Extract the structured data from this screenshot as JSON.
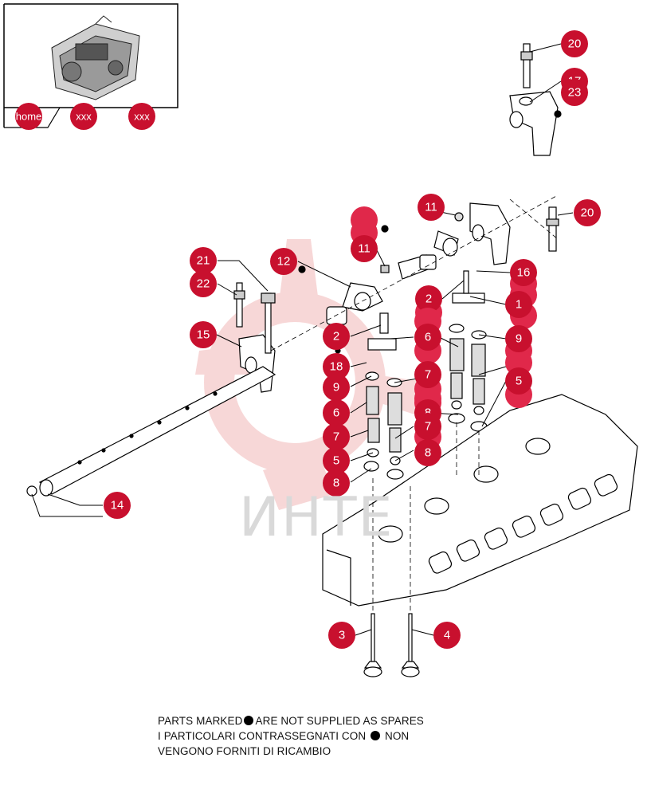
{
  "navigation": {
    "home_label": "home",
    "nav_2_label": "xxx",
    "nav_3_label": "xxx"
  },
  "watermark_text": "ИНТЕ",
  "callouts": [
    {
      "id": "c20a",
      "label": "20"
    },
    {
      "id": "c17",
      "label": "17"
    },
    {
      "id": "c23",
      "label": "23"
    },
    {
      "id": "c20b",
      "label": "20"
    },
    {
      "id": "c11a",
      "label": "11"
    },
    {
      "id": "c11b",
      "label": "11"
    },
    {
      "id": "c12",
      "label": "12"
    },
    {
      "id": "c21",
      "label": "21"
    },
    {
      "id": "c22",
      "label": "22"
    },
    {
      "id": "c15",
      "label": "15"
    },
    {
      "id": "c14",
      "label": "14"
    },
    {
      "id": "c16",
      "label": "16"
    },
    {
      "id": "c1",
      "label": "1"
    },
    {
      "id": "c2a",
      "label": "2"
    },
    {
      "id": "c2b",
      "label": "2"
    },
    {
      "id": "c6a",
      "label": "6"
    },
    {
      "id": "c9a",
      "label": "9"
    },
    {
      "id": "c7a",
      "label": "7"
    },
    {
      "id": "c5a",
      "label": "5"
    },
    {
      "id": "c8a",
      "label": "8"
    },
    {
      "id": "c7b",
      "label": "7"
    },
    {
      "id": "c8b",
      "label": "8"
    },
    {
      "id": "c18",
      "label": "18"
    },
    {
      "id": "c9b",
      "label": "9"
    },
    {
      "id": "c6b",
      "label": "6"
    },
    {
      "id": "c7c",
      "label": "7"
    },
    {
      "id": "c5b",
      "label": "5"
    },
    {
      "id": "c8c",
      "label": "8"
    },
    {
      "id": "c3",
      "label": "3"
    },
    {
      "id": "c4",
      "label": "4"
    }
  ],
  "legend": {
    "line1_pre": "PARTS MARKED",
    "line1_post": "ARE NOT SUPPLIED AS SPARES",
    "line2_pre": "I PARTICOLARI CONTRASSEGNATI CON",
    "line2_post": "NON",
    "line3": "VENGONO FORNITI DI RICAMBIO"
  },
  "colors": {
    "callout_fill": "#c8102e",
    "callout_shadow": "#e0284a",
    "line": "#000000",
    "watermark": "#f4c6c6"
  }
}
